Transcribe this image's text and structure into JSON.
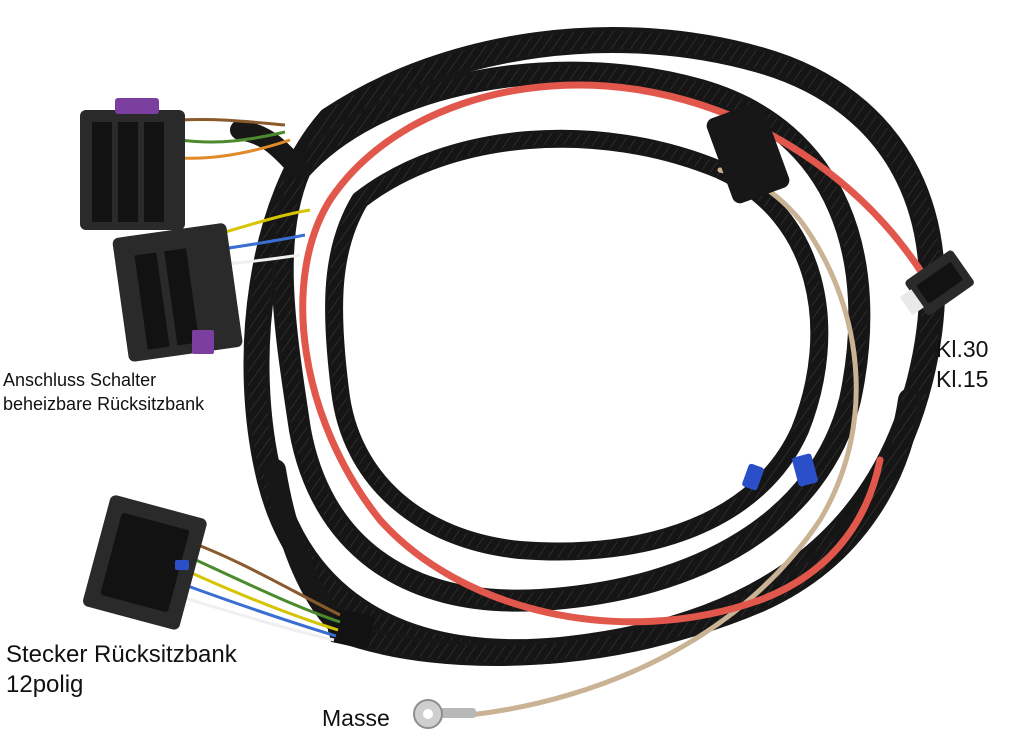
{
  "labels": {
    "switch_connector": [
      "Anschluss Schalter",
      "beheizbare Rücksitzbank"
    ],
    "terminals": [
      "Kl.30",
      "Kl.15"
    ],
    "seat_plug": [
      "Stecker Rücksitzbank",
      "12polig"
    ],
    "ground": "Masse"
  },
  "colors": {
    "background": "#ffffff",
    "sleeve": "#171717",
    "red_wire": "#e2574c",
    "brown_white_wire": "#c9b394",
    "connector": "#2a2a2a",
    "connector_dark": "#121212",
    "lock_tab": "#7b3fa0",
    "blue_clip": "#2b4fc9"
  },
  "wires": {
    "small_leads": [
      "#8a5a2b",
      "#4c8a2e",
      "#d7c400",
      "#3a6fd1",
      "#e08a2a",
      "#7a4ab0",
      "#efefef"
    ]
  }
}
